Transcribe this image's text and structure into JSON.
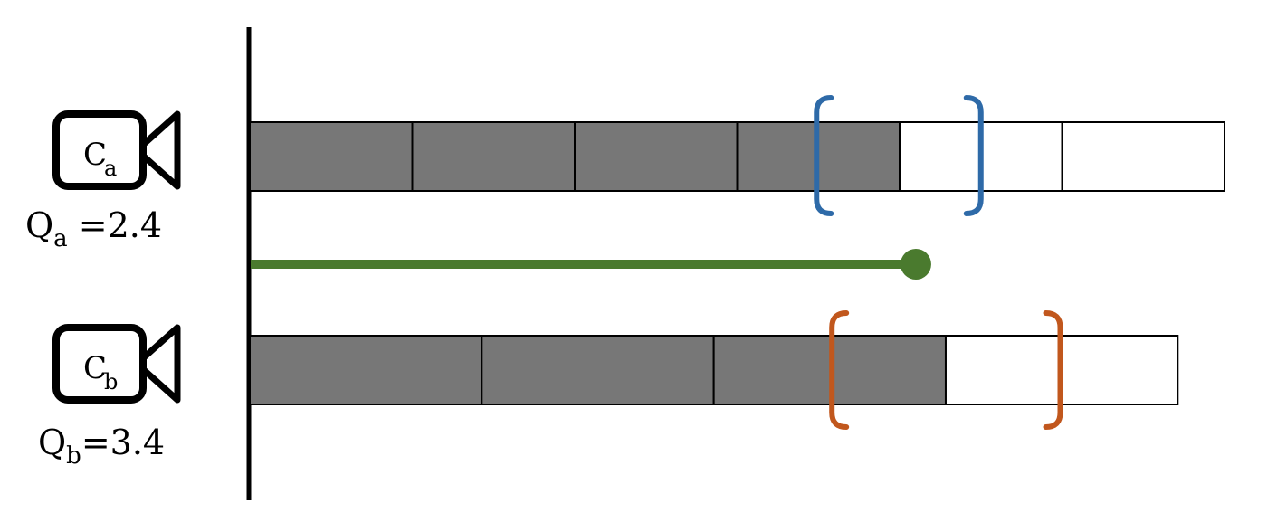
{
  "colors": {
    "filled": "#777777",
    "empty": "#ffffff",
    "stroke": "#000000",
    "bracket_a": "#2e6aa8",
    "bracket_b": "#c1571d",
    "progress": "#4a7a2e"
  },
  "timeline": {
    "camera_a": {
      "icon": "video-camera-icon",
      "letter": "C",
      "subscript": "a",
      "quality_main": "Q",
      "quality_sub": "a",
      "quality_value": " =2.4",
      "segments_total": 6,
      "segments_filled": 4,
      "segment_units": 1.0,
      "window": [
        3.5,
        4.5
      ]
    },
    "camera_b": {
      "icon": "video-camera-icon",
      "letter": "C",
      "subscript": "b",
      "quality_main": "Q",
      "quality_sub": "b",
      "quality_value": "=3.4",
      "segments_total": 4,
      "segments_filled": 3,
      "segment_units": 1.428,
      "window": [
        3.6,
        5.0
      ]
    },
    "playhead_units": 4.1
  }
}
